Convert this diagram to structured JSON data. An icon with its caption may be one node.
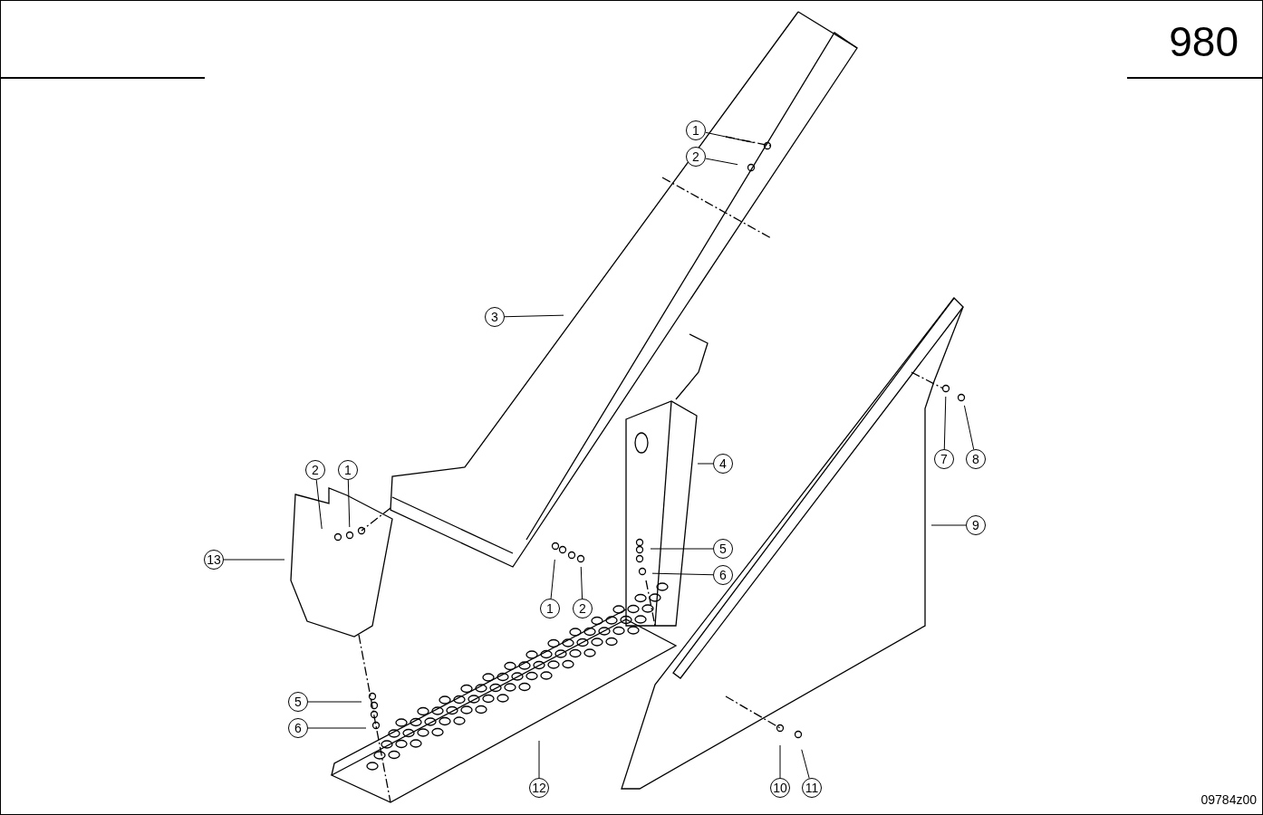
{
  "diagram": {
    "nodes": [
      {
        "text": [
          "1"
        ]
      },
      {
        "text": [
          "2"
        ]
      },
      {
        "text": [
          "3"
        ]
      },
      {
        "text": [
          "4"
        ]
      },
      {
        "text": [
          "2"
        ]
      },
      {
        "text": [
          "1"
        ]
      },
      {
        "text": [
          "7"
        ]
      },
      {
        "text": [
          "8"
        ]
      },
      {
        "text": [
          "13"
        ]
      },
      {
        "text": [
          "9"
        ]
      },
      {
        "text": [
          "5"
        ]
      },
      {
        "text": [
          "6"
        ]
      },
      {
        "text": [
          "1"
        ]
      },
      {
        "text": [
          "2"
        ]
      },
      {
        "text": [
          "5"
        ]
      },
      {
        "text": [
          "6"
        ]
      },
      {
        "text": [
          "10"
        ]
      },
      {
        "text": [
          "11"
        ]
      },
      {
        "text": [
          "12"
        ]
      }
    ],
    "edges": [
      {
        "from": 0,
        "to": null,
        "arrow": "none"
      },
      {
        "from": 1,
        "to": null,
        "arrow": "none"
      },
      {
        "from": 2,
        "to": null,
        "arrow": "none"
      },
      {
        "from": 3,
        "to": null,
        "arrow": "none"
      },
      {
        "from": 4,
        "to": null,
        "arrow": "none"
      },
      {
        "from": 5,
        "to": null,
        "arrow": "none"
      },
      {
        "from": 6,
        "to": null,
        "arrow": "none"
      },
      {
        "from": 7,
        "to": null,
        "arrow": "none"
      },
      {
        "from": 8,
        "to": null,
        "arrow": "none"
      },
      {
        "from": 9,
        "to": null,
        "arrow": "none"
      },
      {
        "from": 10,
        "to": null,
        "arrow": "none"
      },
      {
        "from": 11,
        "to": null,
        "arrow": "none"
      },
      {
        "from": 12,
        "to": null,
        "arrow": "none"
      },
      {
        "from": 13,
        "to": null,
        "arrow": "none"
      },
      {
        "from": 14,
        "to": null,
        "arrow": "none"
      },
      {
        "from": 15,
        "to": null,
        "arrow": "none"
      },
      {
        "from": 16,
        "to": null,
        "arrow": "none"
      },
      {
        "from": 17,
        "to": null,
        "arrow": "none"
      },
      {
        "from": 18,
        "to": null,
        "arrow": "none"
      }
    ],
    "labels": [
      "980",
      "09784z00"
    ]
  }
}
